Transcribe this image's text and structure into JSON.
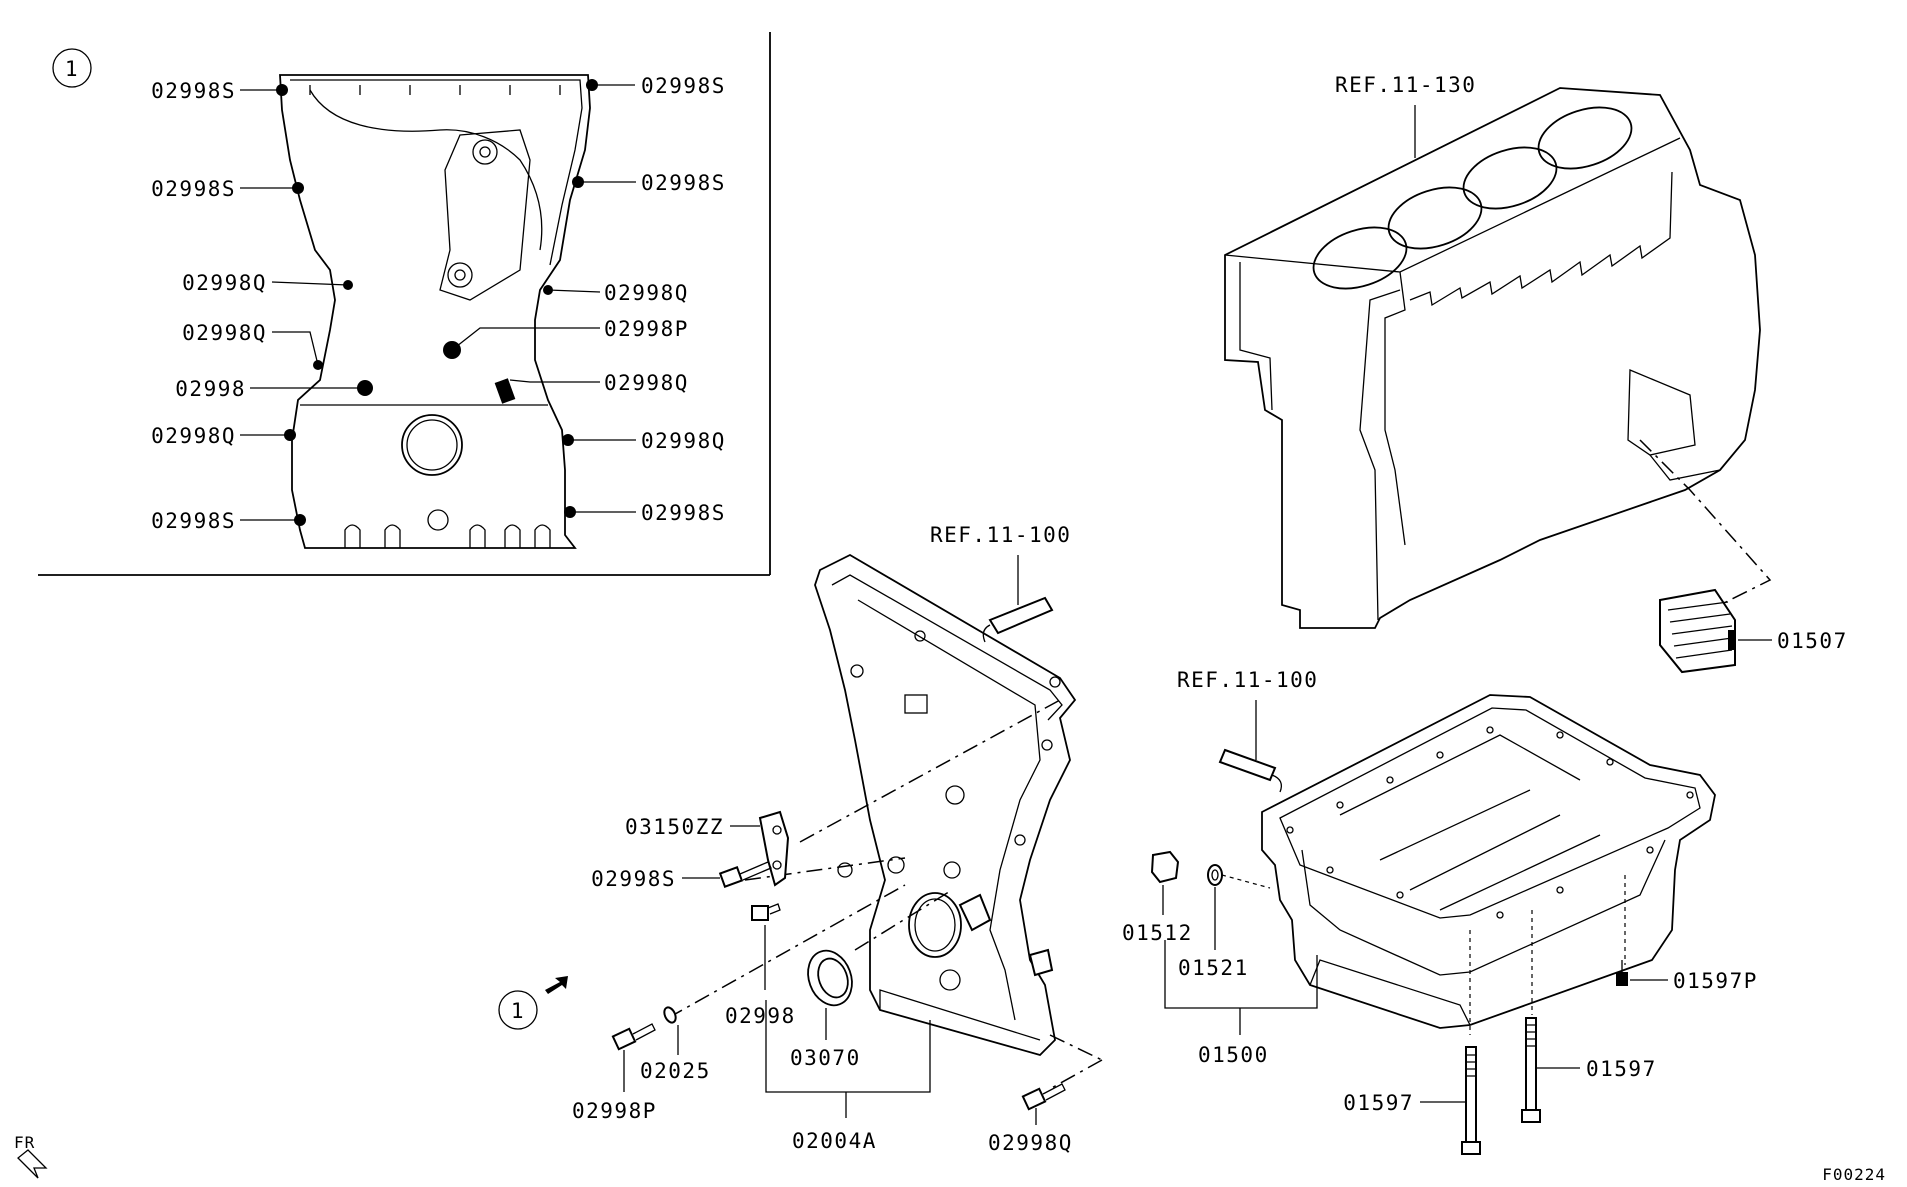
{
  "diagram": {
    "figure_code": "F00224",
    "front_mark": "FR",
    "callout": "1",
    "detail_labels": {
      "l1": "02998S",
      "r1": "02998S",
      "l2": "02998S",
      "r2": "02998S",
      "l3": "02998Q",
      "r3": "02998Q",
      "l4": "02998Q",
      "r4": "02998P",
      "l5": "02998",
      "r5": "02998Q",
      "l6": "02998Q",
      "r6": "02998Q",
      "l7": "02998S",
      "r7": "02998S"
    },
    "refs": {
      "block": "REF.11-130",
      "cover_sealant": "REF.11-100",
      "pan_sealant": "REF.11-100"
    },
    "parts": {
      "bracket": "03150ZZ",
      "bolt_s": "02998S",
      "bolt_plain": "02998",
      "oil_seal": "03070",
      "cover_assy": "02004A",
      "washer": "02025",
      "bolt_p": "02998P",
      "bolt_q": "02998Q",
      "drain_plug": "01512",
      "gasket": "01521",
      "oil_pan": "01500",
      "baffle": "01507",
      "pan_bolt_p": "01597P",
      "pan_bolt_a": "01597",
      "pan_bolt_b": "01597"
    }
  }
}
